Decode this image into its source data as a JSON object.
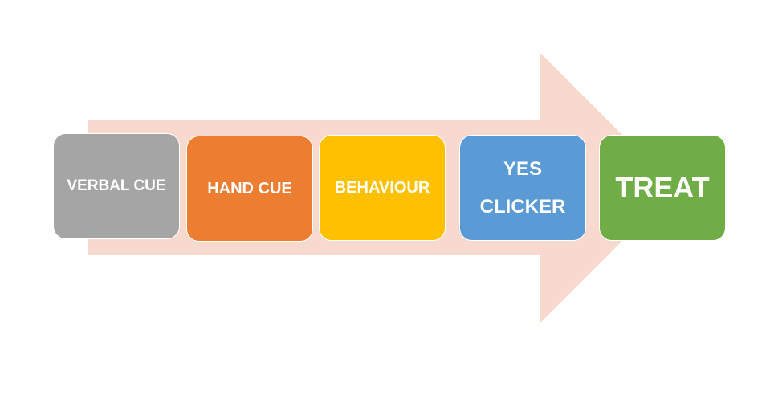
{
  "arrow": {
    "color": "#F8D9CE"
  },
  "steps": [
    {
      "label": "VERBAL CUE",
      "color": "#A5A5A5"
    },
    {
      "label": "HAND CUE",
      "color": "#ED7D31"
    },
    {
      "label": "BEHAVIOUR",
      "color": "#FFC000"
    },
    {
      "label": "YES",
      "label2": "CLICKER",
      "color": "#5B9BD5"
    },
    {
      "label": "TREAT",
      "color": "#70AD47"
    }
  ]
}
